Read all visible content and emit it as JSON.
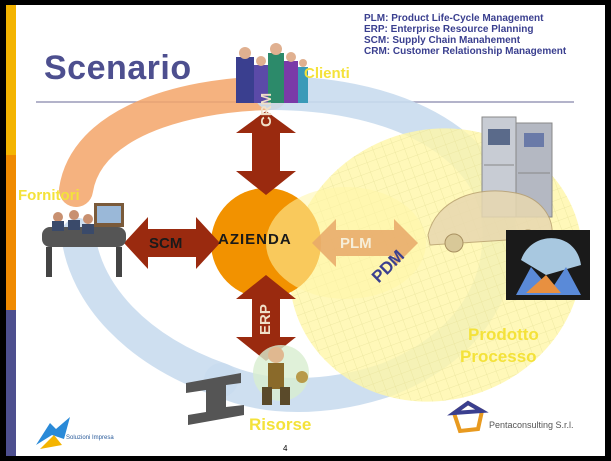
{
  "legend": [
    "PLM: Product Life-Cycle Management",
    "ERP: Enterprise Resource Planning",
    "SCM: Supply Chain Manahement",
    "CRM: Customer Relationship Management"
  ],
  "title": "Scenario",
  "nodes": {
    "clienti": "Clienti",
    "fornitori": "Fornitori",
    "risorse": "Risorse",
    "prodotto": "Prodotto",
    "processo": "Processo",
    "azienda": "AZIENDA"
  },
  "arrows": {
    "crm": "CRM",
    "scm": "SCM",
    "erp": "ERP",
    "plm": "PLM",
    "pdm": "PDM"
  },
  "footer": {
    "page_number": "4",
    "company": "Pentaconsulting S.r.l.",
    "left_logo": "Soluzioni Impresa"
  },
  "colors": {
    "sidebar_top": "#f4b400",
    "sidebar_mid": "#f08a00",
    "sidebar_bottom": "#4d4f8f",
    "title": "#4d4f8f",
    "legend": "#3a3f8f",
    "arrow_brown": "#9a2a0f",
    "azienda_circle": "#f29200",
    "label_yellow": "#f4e23a"
  }
}
